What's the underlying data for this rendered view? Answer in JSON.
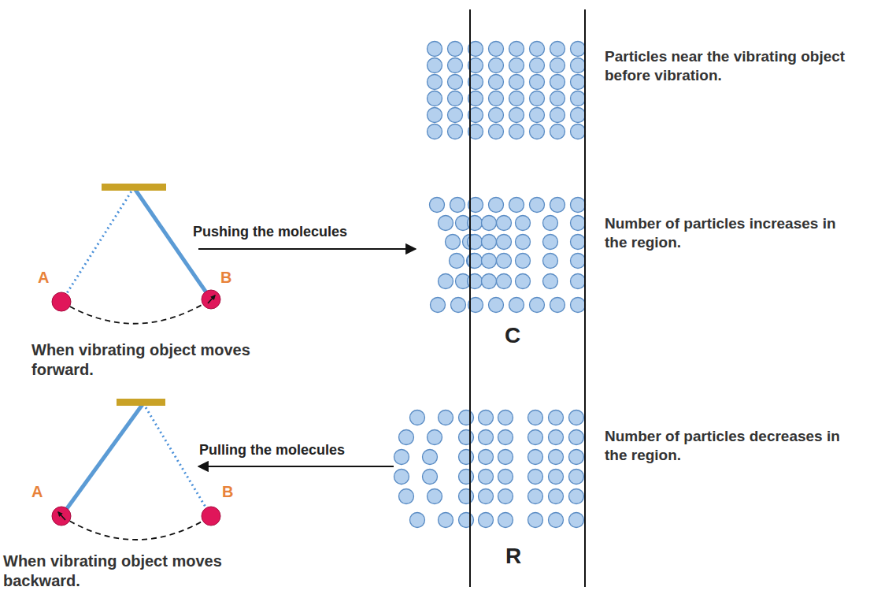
{
  "diagram": {
    "labels": [
      "Particles near the vibrating object before vibration.",
      "Pushing the molecules",
      "Number of particles increases in the region.",
      "A",
      "B",
      "When vibrating object moves forward.",
      "C",
      "Pulling the molecules",
      "Number of particles decreases in the region.",
      "A",
      "B",
      "When vibrating object moves backward.",
      "R"
    ]
  }
}
